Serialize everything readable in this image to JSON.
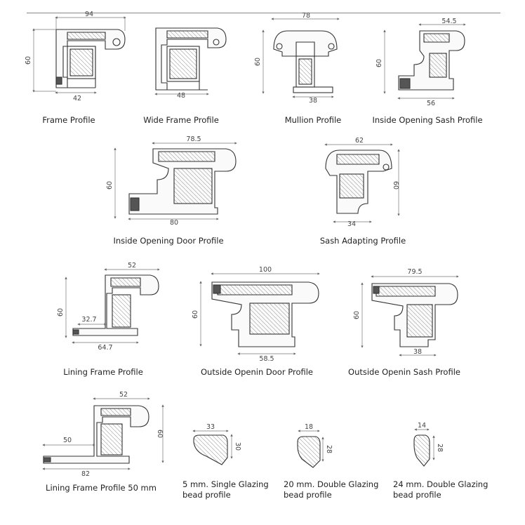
{
  "profiles": [
    {
      "caption": "Frame Profile",
      "top": "94",
      "side": "60",
      "bottom": "42"
    },
    {
      "caption": "Wide Frame Profile",
      "bottom": "48"
    },
    {
      "caption": "Mullion Profile",
      "top": "78",
      "side": "60",
      "bottom": "38"
    },
    {
      "caption": "Inside Opening Sash Profile",
      "top": "54.5",
      "side": "60",
      "bottom": "56"
    },
    {
      "caption": "Inside Opening Door Profile",
      "top": "78.5",
      "side": "60",
      "bottom": "80"
    },
    {
      "caption": "Sash Adapting Profile",
      "top": "62",
      "side": "60",
      "bottom": "34"
    },
    {
      "caption": "Lining Frame Profile",
      "top": "52",
      "side": "60",
      "inner": "32.7",
      "bottom": "64.7"
    },
    {
      "caption": "Outside Openin Door Profile",
      "top": "100",
      "side": "60",
      "bottom": "58.5"
    },
    {
      "caption": "Outside Openin Sash Profile",
      "top": "79.5",
      "side": "60",
      "bottom": "38"
    },
    {
      "caption": "Lining Frame Profile 50 mm",
      "top": "52",
      "side": "60",
      "inner": "50",
      "bottom": "82"
    },
    {
      "caption_line1": "5 mm. Single Glazing",
      "caption_line2": "bead profile",
      "top": "33",
      "side": "30"
    },
    {
      "caption_line1": "20 mm. Double Glazing",
      "caption_line2": "bead profile",
      "top": "18",
      "side": "28"
    },
    {
      "caption_line1": "24 mm. Double Glazing",
      "caption_line2": "bead profile",
      "top": "14",
      "side": "28"
    }
  ]
}
